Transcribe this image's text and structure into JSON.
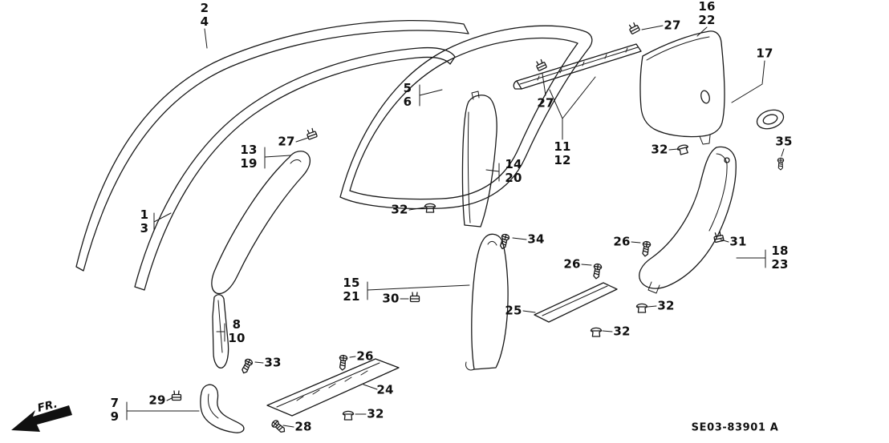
{
  "diagram": {
    "code": "SE03-83901 A",
    "fr_label": "FR.",
    "colors": {
      "line": "#181818",
      "background": "#ffffff"
    },
    "callouts": [
      {
        "text": "2\n4"
      },
      {
        "text": "16\n22"
      },
      {
        "text": "27"
      },
      {
        "text": "17"
      },
      {
        "text": "5\n6"
      },
      {
        "text": "27"
      },
      {
        "text": "13\n19"
      },
      {
        "text": "27"
      },
      {
        "text": "11\n12"
      },
      {
        "text": "32"
      },
      {
        "text": "35"
      },
      {
        "text": "14\n20"
      },
      {
        "text": "1\n3"
      },
      {
        "text": "32"
      },
      {
        "text": "34"
      },
      {
        "text": "26"
      },
      {
        "text": "31"
      },
      {
        "text": "18\n23"
      },
      {
        "text": "26"
      },
      {
        "text": "15\n21"
      },
      {
        "text": "30"
      },
      {
        "text": "25"
      },
      {
        "text": "32"
      },
      {
        "text": "8\n10"
      },
      {
        "text": "32"
      },
      {
        "text": "33"
      },
      {
        "text": "26"
      },
      {
        "text": "7\n9"
      },
      {
        "text": "29"
      },
      {
        "text": "24"
      },
      {
        "text": "28"
      },
      {
        "text": "32"
      }
    ]
  }
}
